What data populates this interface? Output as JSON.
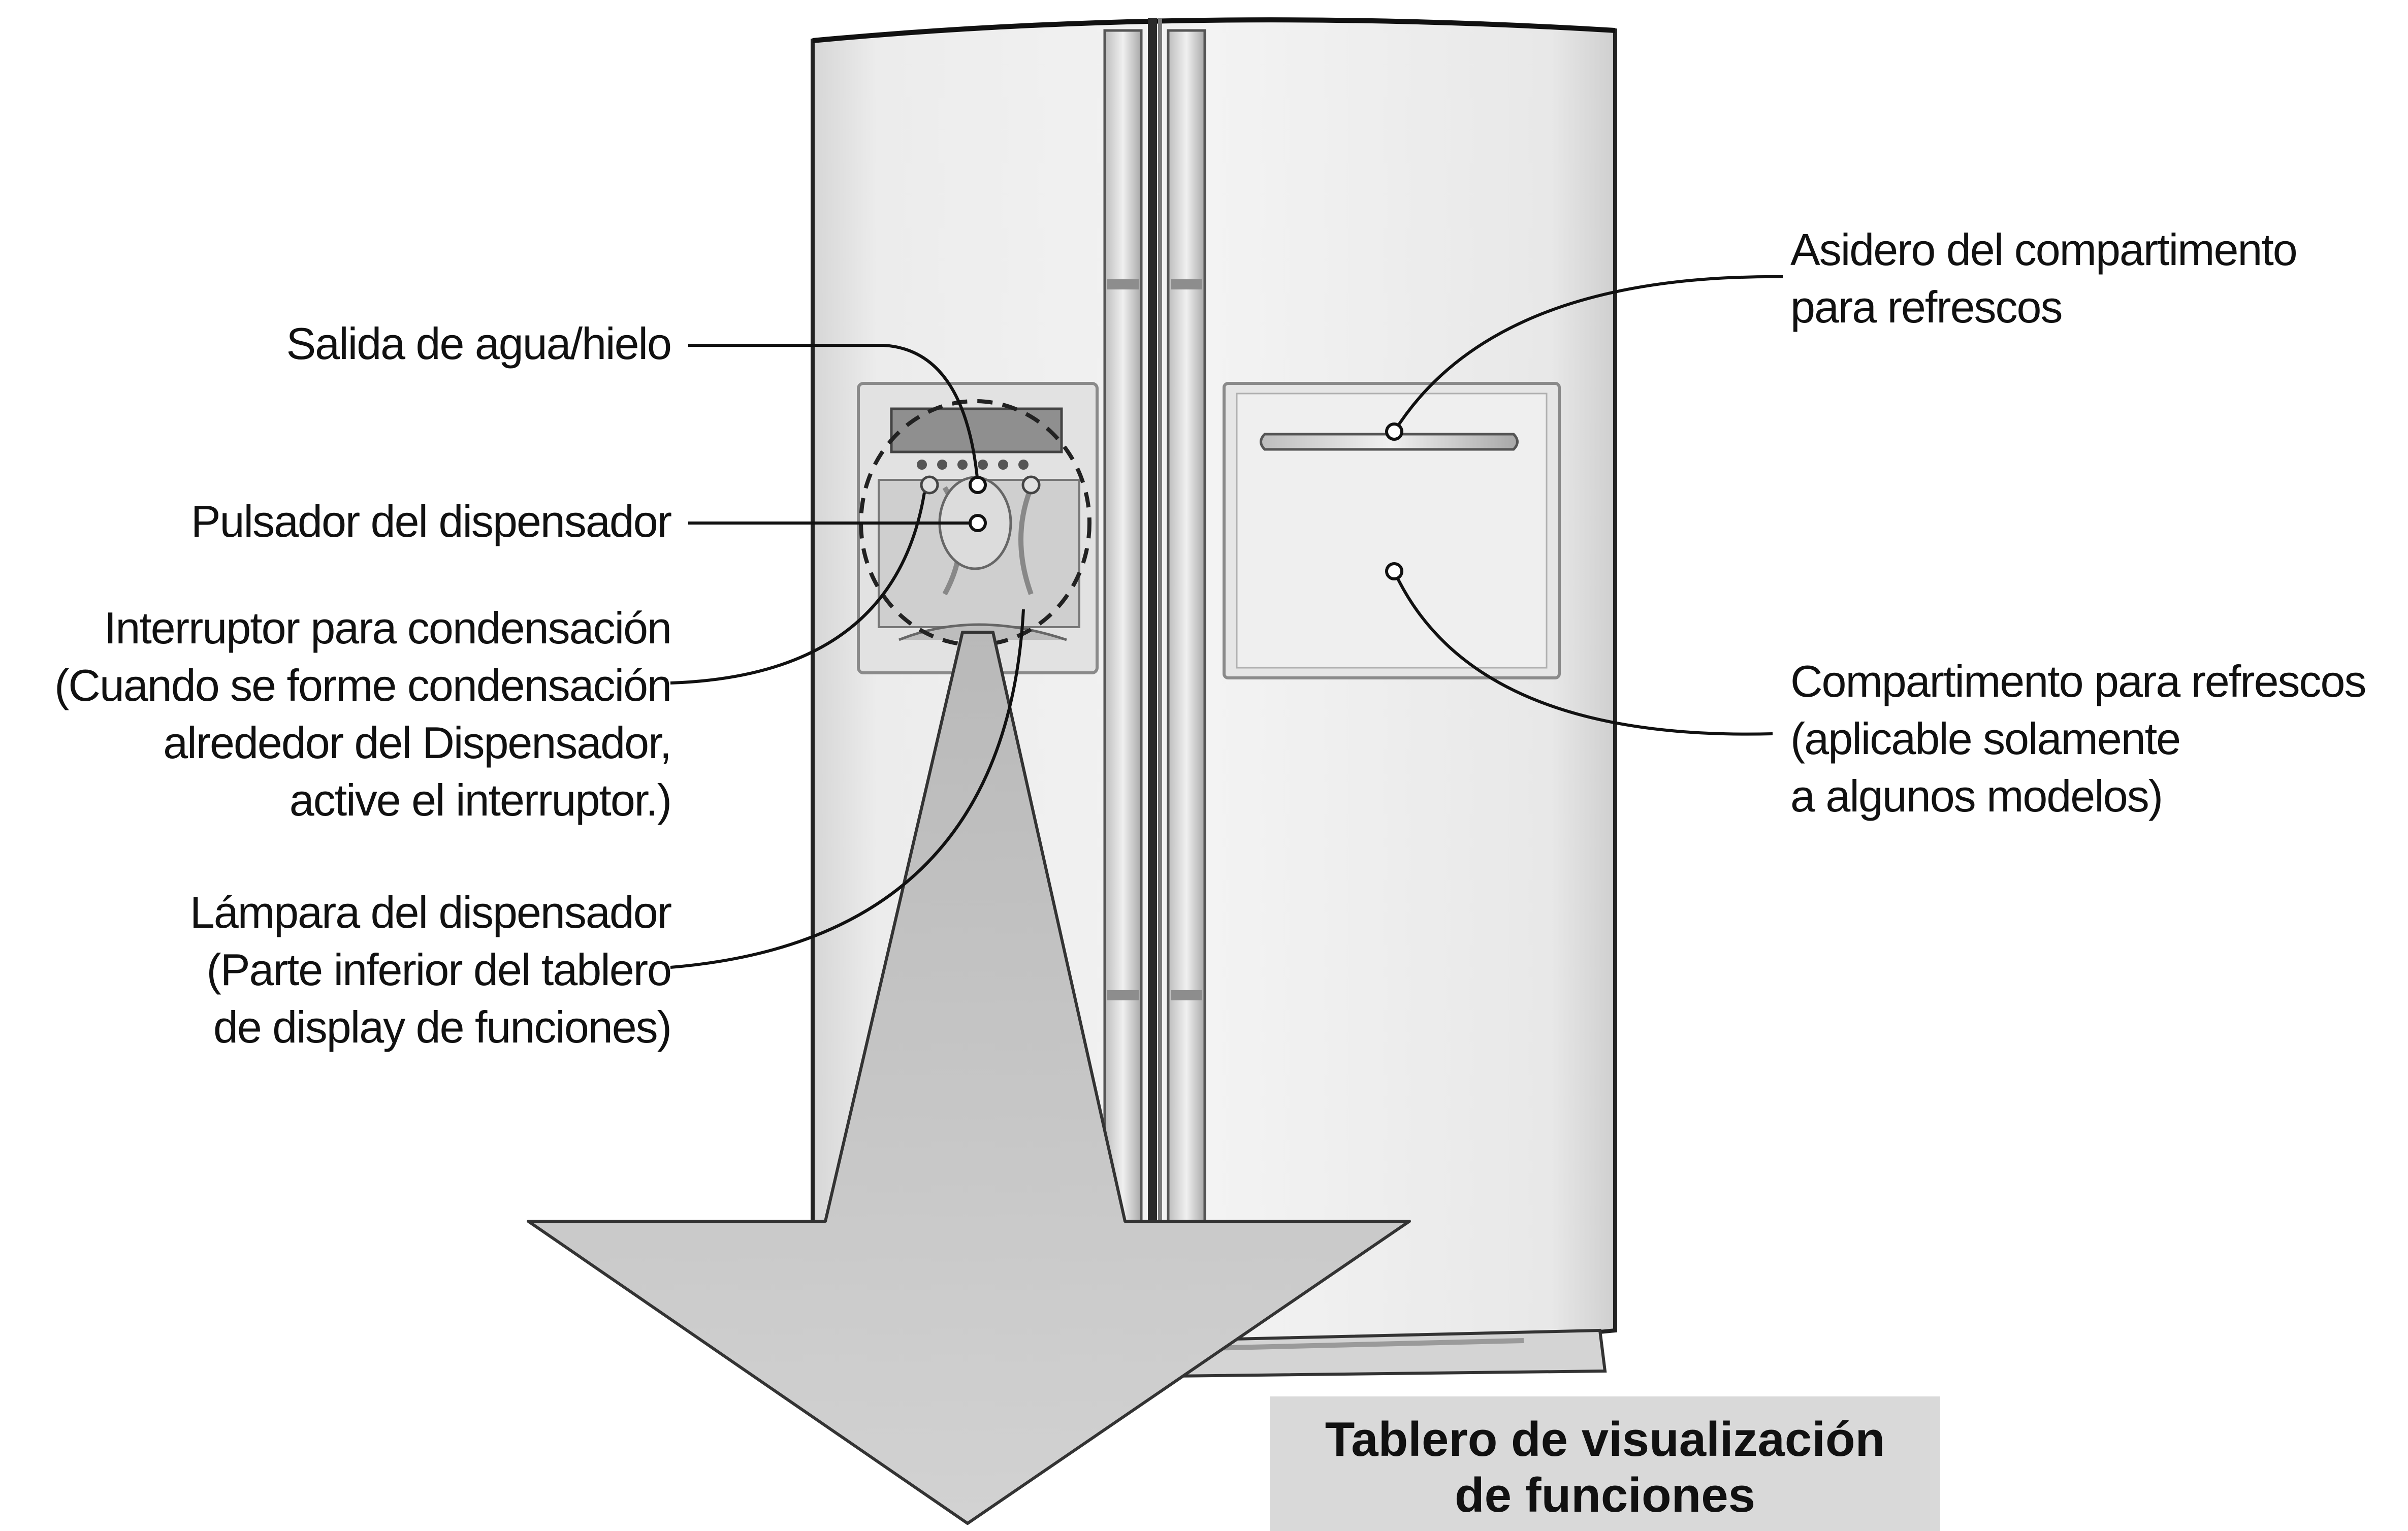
{
  "labels": {
    "salida": [
      "Salida de agua/hielo"
    ],
    "pulsador": [
      "Pulsador del dispensador"
    ],
    "interruptor": [
      "Interruptor para condensación",
      "(Cuando se forme condensación",
      "alrededor del Dispensador,",
      "active el interruptor.)"
    ],
    "lampara": [
      "Lámpara del dispensador",
      "(Parte inferior del tablero",
      "de display de funciones)"
    ],
    "asidero": [
      "Asidero del compartimento",
      "para refrescos"
    ],
    "compartimento": [
      "Compartimento para refrescos",
      "(aplicable solamente",
      "a algunos modelos)"
    ]
  },
  "caption": [
    "Tablero de visualización",
    "de funciones"
  ]
}
